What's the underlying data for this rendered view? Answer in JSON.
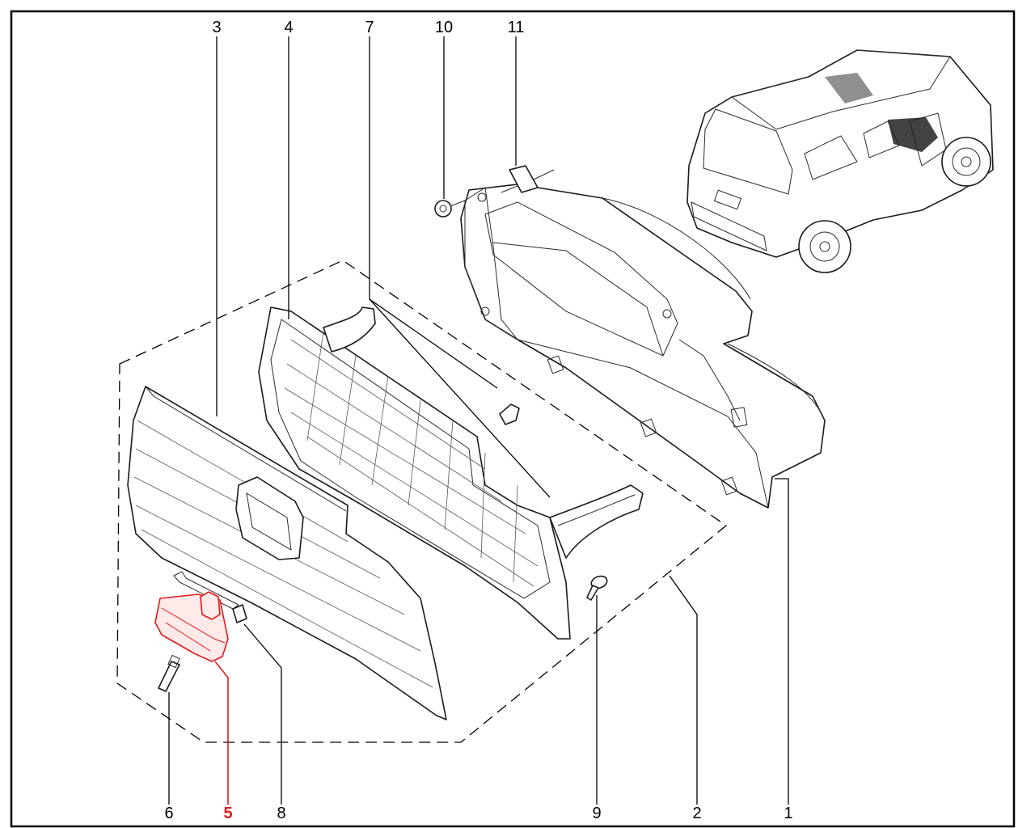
{
  "callouts": [
    {
      "id": "3",
      "label": "3"
    },
    {
      "id": "4",
      "label": "4"
    },
    {
      "id": "7",
      "label": "7"
    },
    {
      "id": "10",
      "label": "10"
    },
    {
      "id": "11",
      "label": "11"
    },
    {
      "id": "6",
      "label": "6"
    },
    {
      "id": "5",
      "label": "5",
      "highlighted": true
    },
    {
      "id": "8",
      "label": "8"
    },
    {
      "id": "9",
      "label": "9"
    },
    {
      "id": "2",
      "label": "2"
    },
    {
      "id": "1",
      "label": "1"
    }
  ],
  "colors": {
    "highlight": "#e0191b",
    "line": "#1a1a1a",
    "background": "#ffffff"
  }
}
